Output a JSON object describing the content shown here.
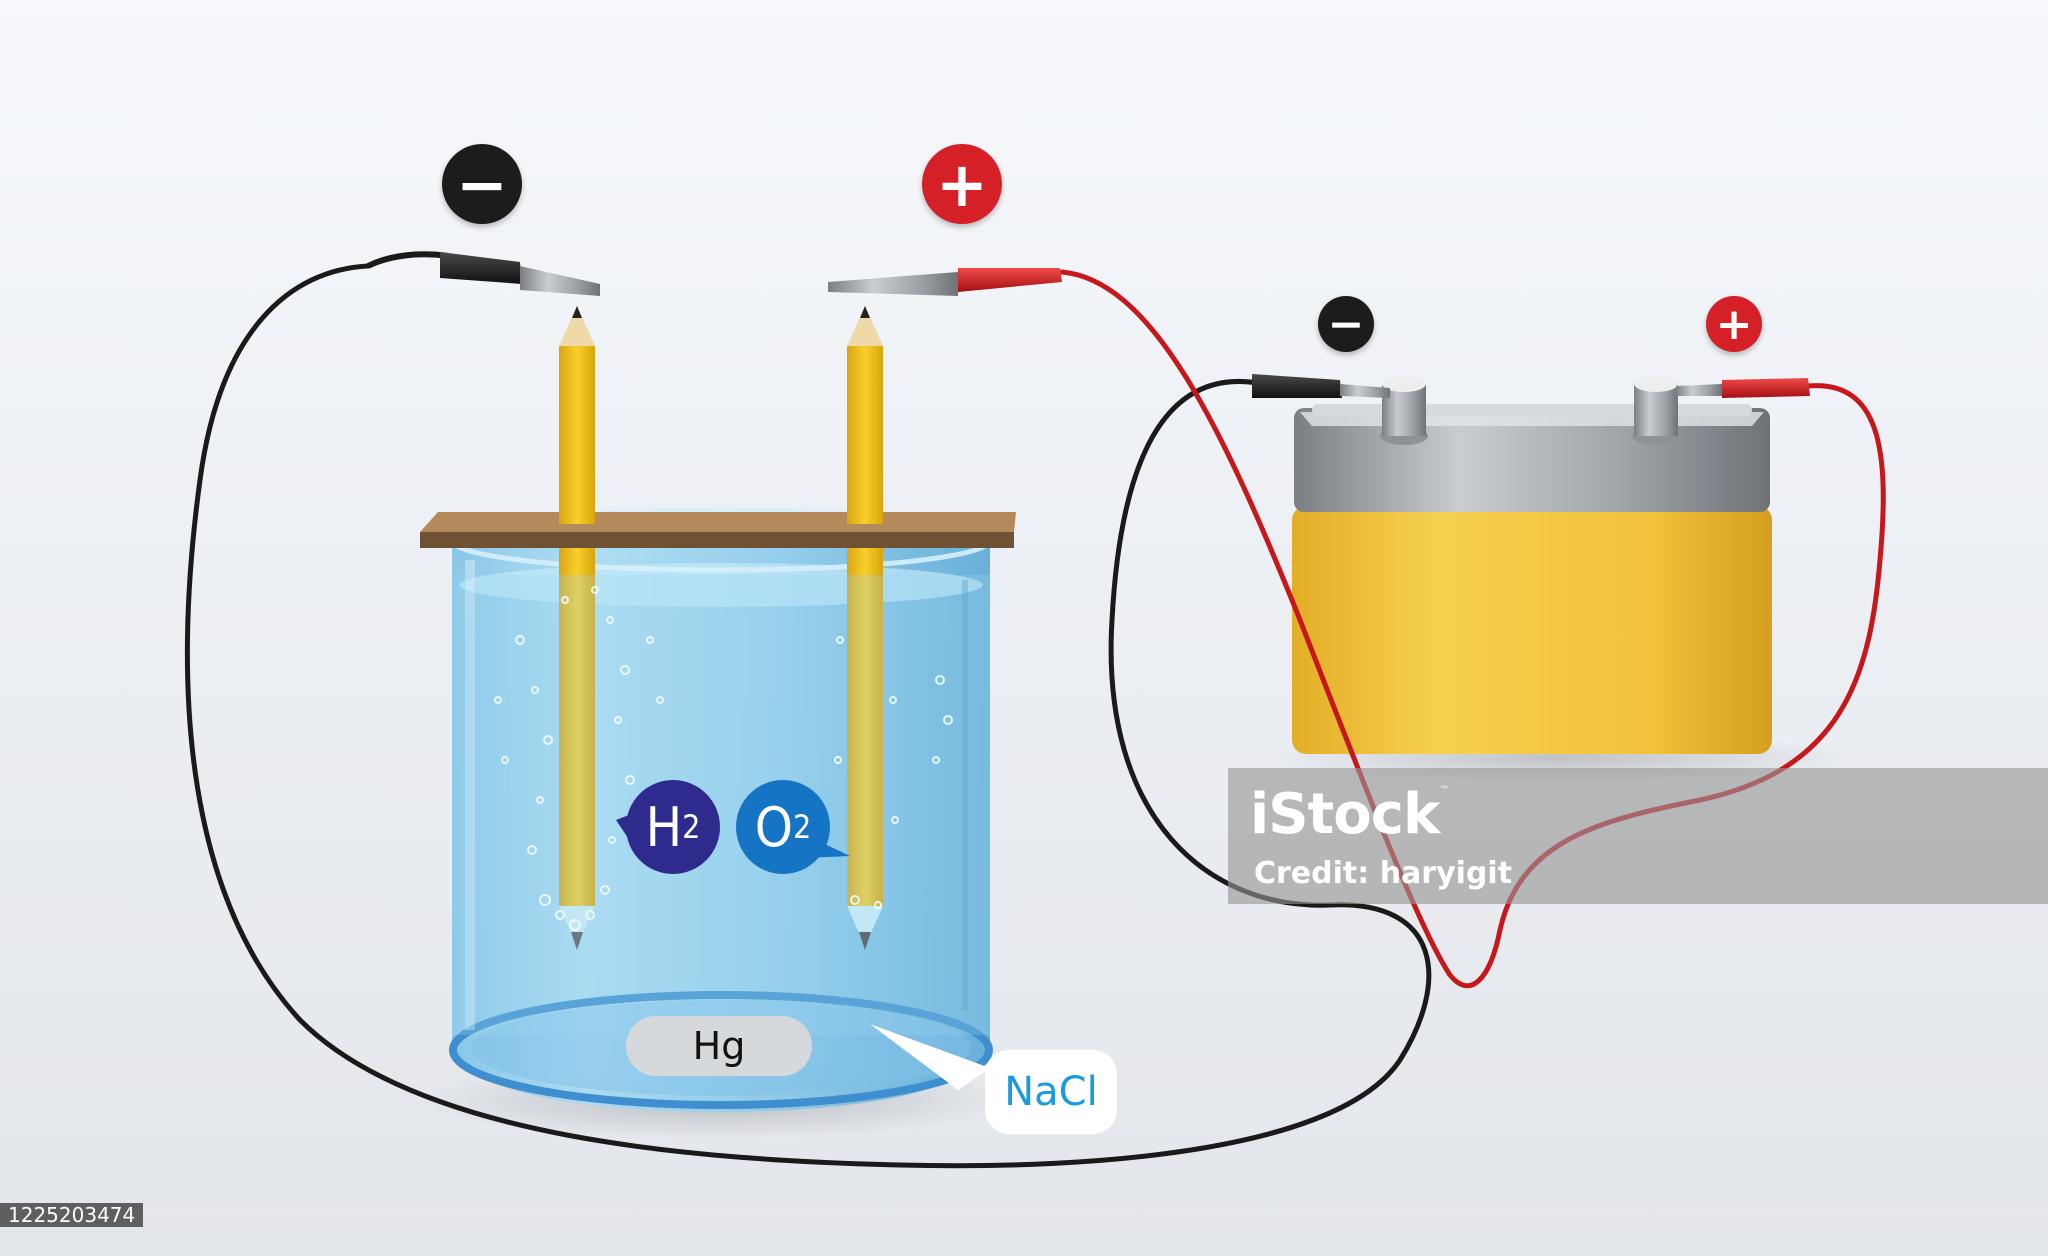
{
  "labels": {
    "hydrogen": {
      "symbol": "H",
      "subscript": "2"
    },
    "oxygen": {
      "symbol": "O",
      "subscript": "2"
    },
    "mercury": "Hg",
    "electrolyte": "NaCl"
  },
  "signs": {
    "cell_negative": "−",
    "cell_positive": "+",
    "battery_negative": "−",
    "battery_positive": "+"
  },
  "watermark": {
    "brand": "iStock",
    "trademark": "™",
    "credit": "Credit: haryigit"
  },
  "image_id": "1225203474",
  "colors": {
    "negative": "#1c1c1c",
    "positive": "#d42026",
    "hydrogen_bubble": "#2e2a8e",
    "oxygen_bubble": "#1574c4",
    "electrolyte_text": "#1a9be0",
    "battery_body": "#f2c23a",
    "pencil": "#f0c419",
    "water": "#8fcbe8"
  }
}
